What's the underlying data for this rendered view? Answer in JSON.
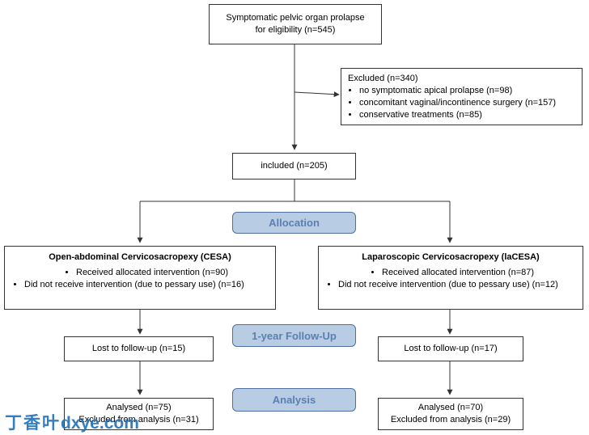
{
  "eligibility": {
    "line1": "Symptomatic pelvic organ prolapse",
    "line2": "for eligibility (n=545)"
  },
  "excluded": {
    "title": "Excluded (n=340)",
    "items": [
      "no symptomatic apical prolapse (n=98)",
      "concomitant vaginal/incontinence surgery (n=157)",
      "conservative treatments (n=85)"
    ]
  },
  "included": {
    "label": "included (n=205)"
  },
  "stages": {
    "allocation": "Allocation",
    "followup": "1-year Follow-Up",
    "analysis": "Analysis"
  },
  "left_arm": {
    "title": "Open-abdominal Cervicosacropexy (CESA)",
    "items": [
      "Received allocated intervention (n=90)",
      "Did not receive intervention (due to pessary use) (n=16)"
    ],
    "lost": "Lost to follow-up (n=15)",
    "analysed": "Analysed (n=75)",
    "excluded_analysis": "Excluded from analysis (n=31)"
  },
  "right_arm": {
    "title": "Laparoscopic Cervicosacropexy (laCESA)",
    "items": [
      "Received allocated intervention (n=87)",
      "Did not receive intervention (due to pessary use) (n=12)"
    ],
    "lost": "Lost to follow-up (n=17)",
    "analysed": "Analysed (n=70)",
    "excluded_analysis": "Excluded from analysis (n=29)"
  },
  "watermark": {
    "zh": "丁香叶",
    "latin": "dxye.com"
  },
  "colors": {
    "stage_fill": "#b8cce4",
    "stage_text": "#5b7fb3",
    "border": "#333333"
  }
}
